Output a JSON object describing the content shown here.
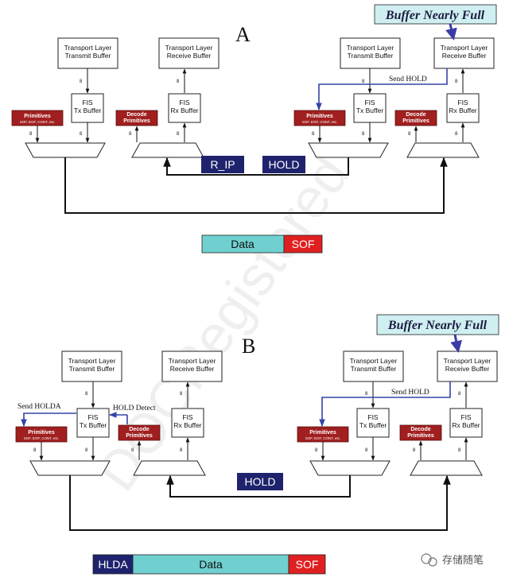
{
  "sections": [
    {
      "title": "A",
      "left_device": {
        "tx_buffer": "Transport Layer\nTransmit Buffer",
        "rx_buffer": "Transport Layer\nReceive Buffer",
        "fis_tx": "FIS\nTx Buffer",
        "fis_rx": "FIS\nRx Buffer",
        "primitives": "Primitives",
        "primitives_sub": "SOF, EOF, CONT, etc.",
        "decode": "Decode\nPrimitives"
      },
      "right_device": {
        "tx_buffer": "Transport Layer\nTransmit Buffer",
        "rx_buffer": "Transport Layer\nReceive Buffer",
        "fis_tx": "FIS\nTx Buffer",
        "fis_rx": "FIS\nRx Buffer",
        "primitives": "Primitives",
        "primitives_sub": "SOF, EOF, CONT, etc.",
        "decode": "Decode\nPrimitives"
      },
      "bus_width": "8",
      "callout": "Buffer Nearly Full",
      "send_label": "Send HOLD",
      "badges": [
        "R_IP",
        "HOLD"
      ],
      "frame": [
        {
          "label": "Data",
          "color": "#6fd0cf"
        },
        {
          "label": "SOF",
          "color": "#e02020"
        }
      ]
    },
    {
      "title": "B",
      "left_device": {
        "tx_buffer": "Transport Layer\nTransmit Buffer",
        "rx_buffer": "Transport Layer\nReceive Buffer",
        "fis_tx": "FIS\nTx Buffer",
        "fis_rx": "FIS\nRx Buffer",
        "primitives": "Primitives",
        "primitives_sub": "SOF, EOF, CONT, etc.",
        "decode": "Decode\nPrimitives"
      },
      "right_device": {
        "tx_buffer": "Transport Layer\nTransmit Buffer",
        "rx_buffer": "Transport Layer\nReceive Buffer",
        "fis_tx": "FIS\nTx Buffer",
        "fis_rx": "FIS\nRx Buffer",
        "primitives": "Primitives",
        "primitives_sub": "SOF, EOF, CONT, etc.",
        "decode": "Decode\nPrimitives"
      },
      "bus_width": "8",
      "callout": "Buffer Nearly Full",
      "send_label": "Send HOLD",
      "send_holda": "Send HOLDA",
      "hold_detect": "HOLD Detect",
      "badges": [
        "HOLD"
      ],
      "frame": [
        {
          "label": "HLDA",
          "color": "#1f236d"
        },
        {
          "label": "Data",
          "color": "#6fd0cf"
        },
        {
          "label": "SOF",
          "color": "#e02020"
        }
      ]
    }
  ],
  "watermark": "DOCRegistered",
  "footer": {
    "brand": "存储随笔"
  }
}
